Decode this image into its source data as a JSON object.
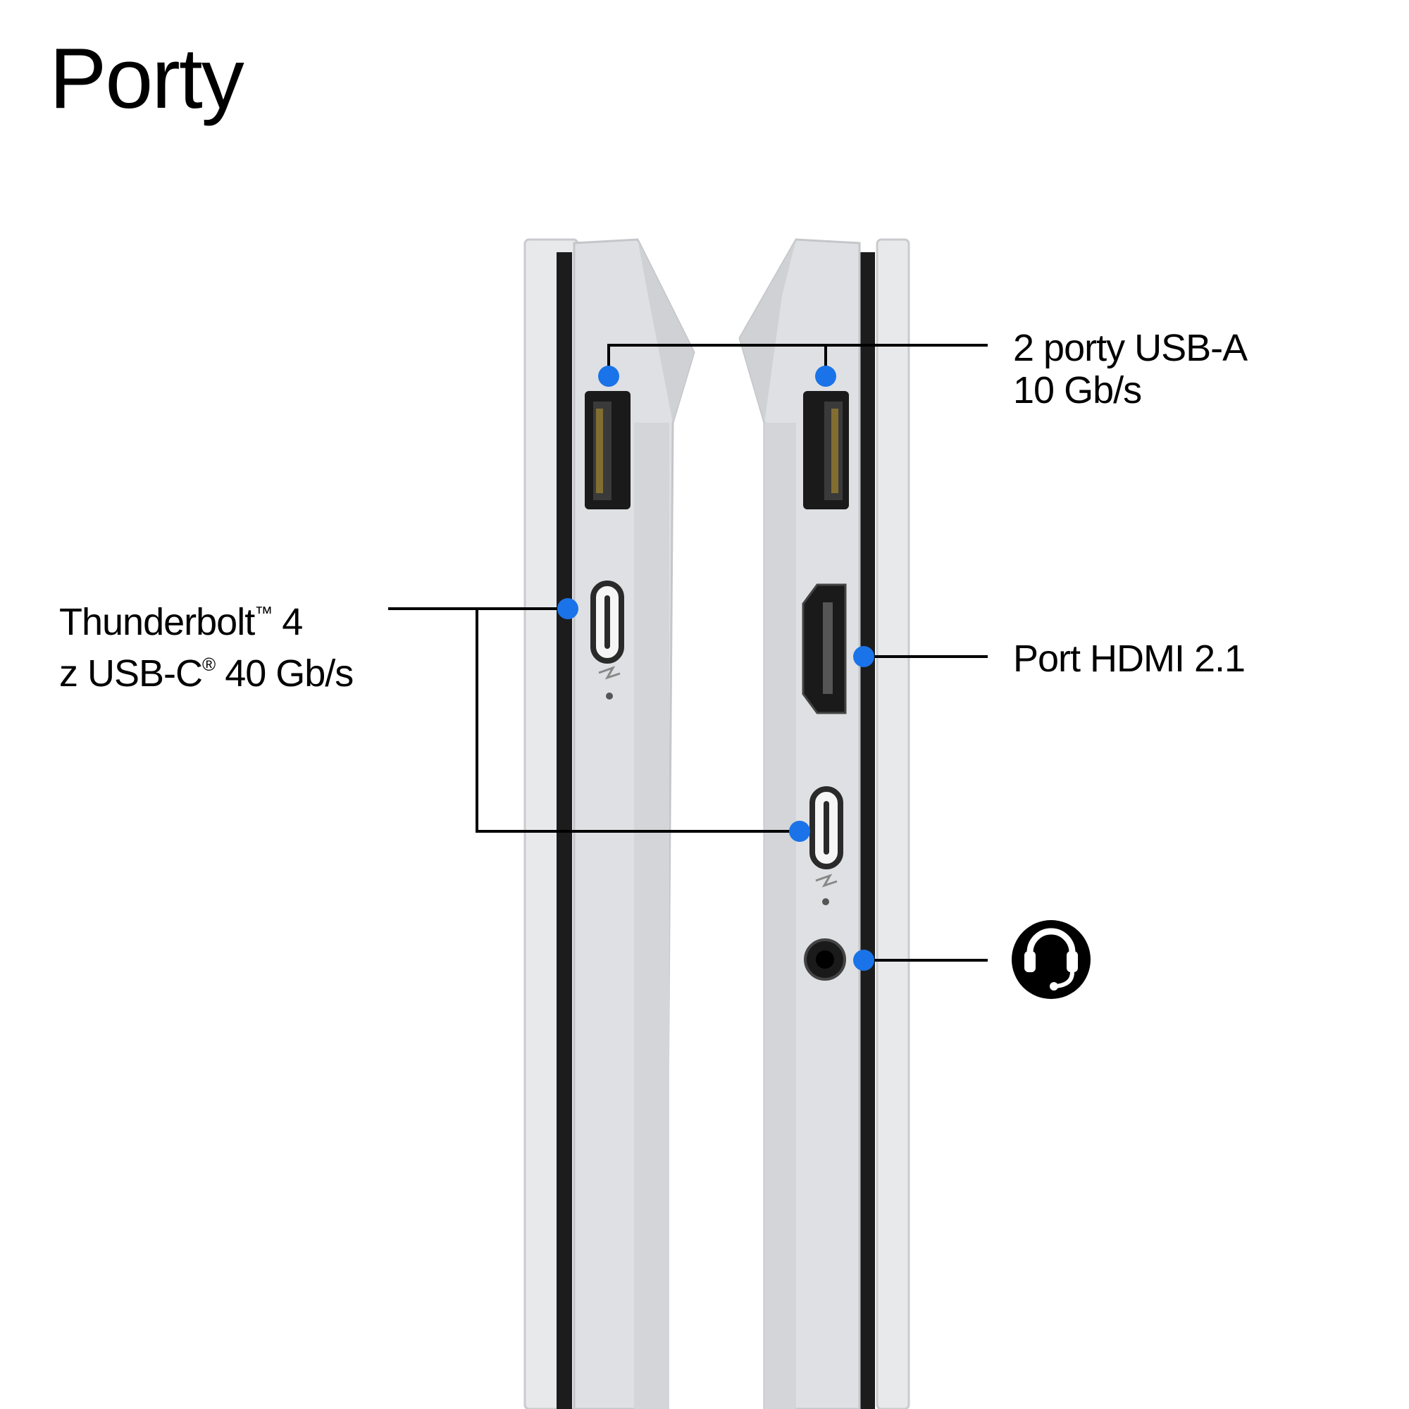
{
  "title": "Porty",
  "callouts": {
    "usb_a": {
      "line1": "2 porty USB-A",
      "line2": "10 Gb/s"
    },
    "thunderbolt": {
      "line1_main": "Thunderbolt",
      "line1_mark": "™",
      "line1_tail": " 4",
      "line2_main": "z USB-C",
      "line2_mark": "®",
      "line2_tail": " 40 Gb/s"
    },
    "hdmi": {
      "line1": "Port HDMI 2.1"
    },
    "audio": {
      "icon": "headset-icon"
    }
  },
  "colors": {
    "marker": "#1a73e8",
    "chassis": "#dcdde0",
    "chassis_light": "#eceef0",
    "bezel": "#1c1c1c",
    "line": "#000000"
  }
}
